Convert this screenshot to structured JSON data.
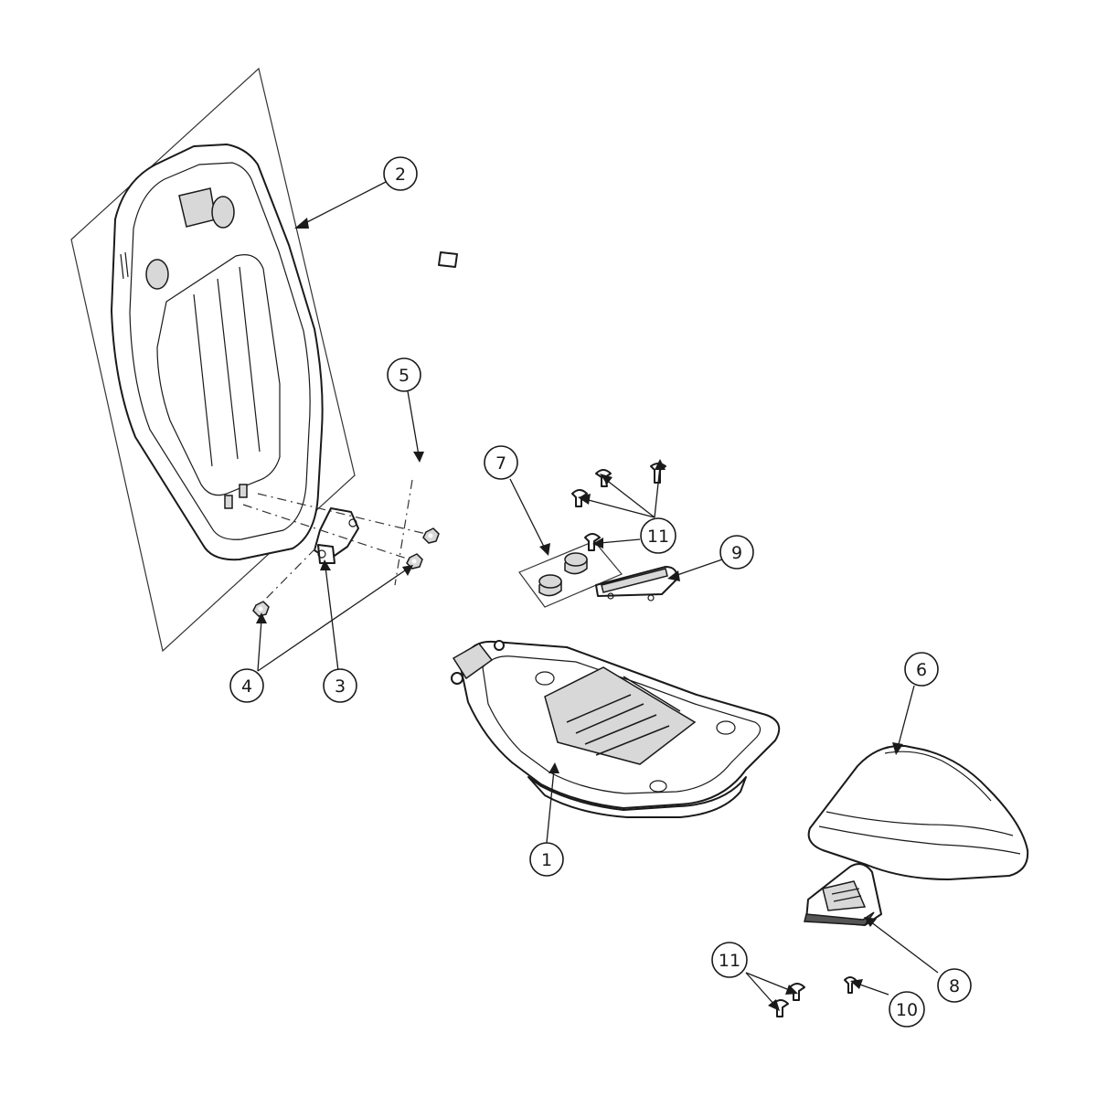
{
  "callouts": [
    {
      "id": "1",
      "label": "1"
    },
    {
      "id": "2",
      "label": "2"
    },
    {
      "id": "3",
      "label": "3"
    },
    {
      "id": "4",
      "label": "4"
    },
    {
      "id": "5",
      "label": "5"
    },
    {
      "id": "6",
      "label": "6"
    },
    {
      "id": "7",
      "label": "7"
    },
    {
      "id": "8",
      "label": "8"
    },
    {
      "id": "9",
      "label": "9"
    },
    {
      "id": "10",
      "label": "10"
    },
    {
      "id": "11a",
      "label": "11"
    },
    {
      "id": "11b",
      "label": "11"
    }
  ]
}
